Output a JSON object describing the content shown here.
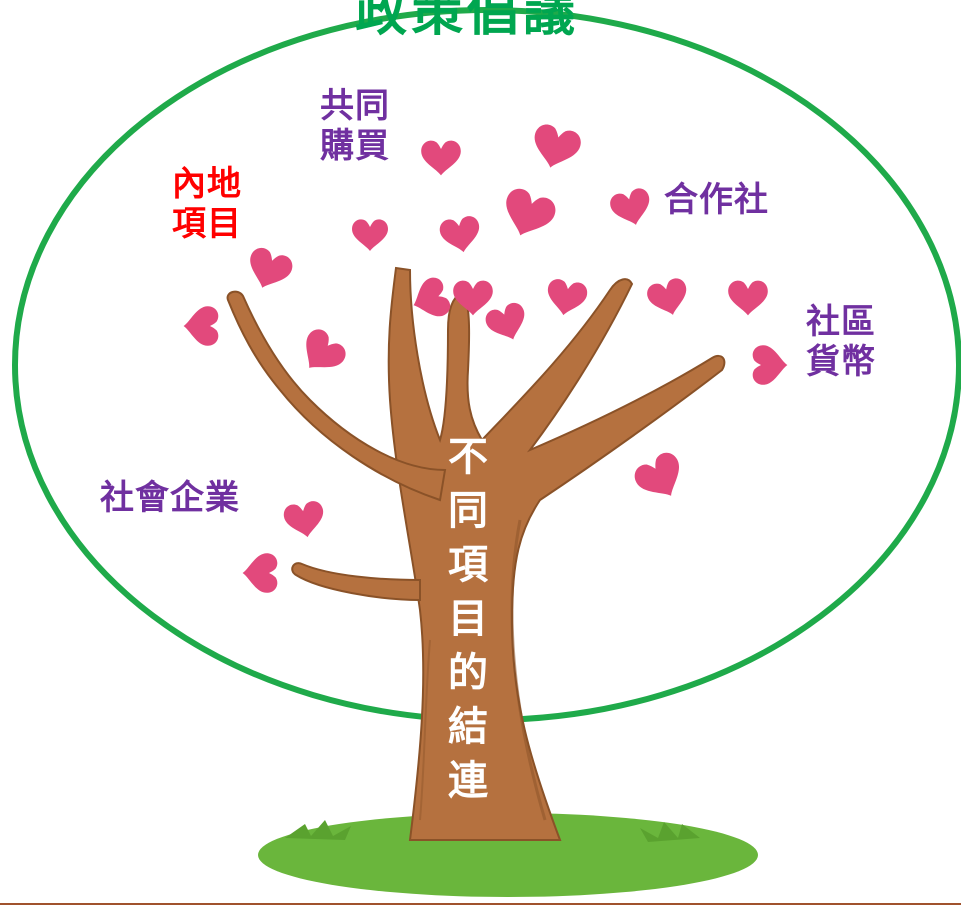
{
  "title": "政策倡議",
  "labels": {
    "joint_purchase": "共同\n購買",
    "mainland": "內地\n項目",
    "cooperative": "合作社",
    "community_currency": "社區\n貨幣",
    "social_enterprise": "社會企業"
  },
  "trunk_text": "不同項目的結連",
  "colors": {
    "ellipse": "#1faa4a",
    "trunk": "#b5713f",
    "heart": "#e2497c",
    "grass": "#6ab63c",
    "purple_text": "#7030a0",
    "red_text": "#ff0000"
  }
}
